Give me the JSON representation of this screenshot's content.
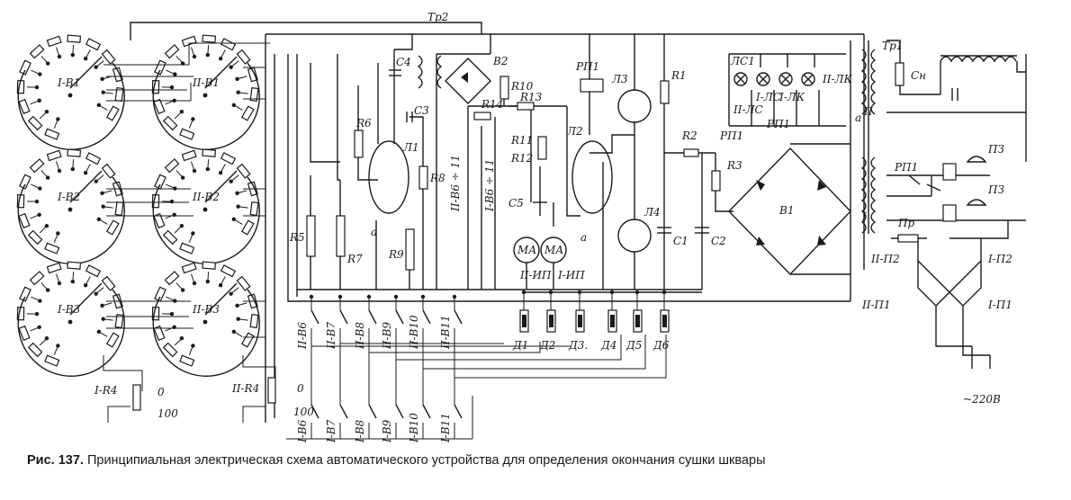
{
  "caption": {
    "figure_number": "Рис. 137.",
    "text": "Принципиальная электрическая схема автоматического устройства для определения окончания сушки шквары"
  },
  "switches": [
    {
      "label": "I-В1"
    },
    {
      "label": "II-В1"
    },
    {
      "label": "I-В2"
    },
    {
      "label": "II-В2"
    },
    {
      "label": "I-В3"
    },
    {
      "label": "II-В3"
    }
  ],
  "rheostats": {
    "r4_left": "I-R4",
    "r4_right": "II-R4",
    "min": "0",
    "max": "100"
  },
  "components": {
    "tr2": "Тр2",
    "tr1": "Тр1",
    "c4": "С4",
    "c3": "С3",
    "b2": "В2",
    "r10": "R10",
    "r14": "R14",
    "r13": "R13",
    "r6": "R6",
    "l1": "Л1",
    "r8": "R8",
    "r11": "R11",
    "r12": "R12",
    "c5": "С5",
    "r5": "R5",
    "r7": "R7",
    "r9": "R9",
    "a1": "а",
    "a2": "а",
    "a3": "а",
    "rp1_coil": "РП1",
    "l3": "Л3",
    "l2": "Л2",
    "l4": "Л4",
    "r1": "R1",
    "r2": "R2",
    "r3": "R3",
    "c1": "С1",
    "c2": "С2",
    "b1": "В1",
    "ls1": "ЛС1",
    "i_ls": "I-ЛС",
    "i_lk": "I-ЛК",
    "ii_ls": "II-ЛС",
    "ii_lk": "II-ЛК",
    "rp1_a": "РП1",
    "rp1_b": "РП1",
    "rp1_c": "РП1",
    "sn": "Сн",
    "ii_label": "II",
    "i_label": "I",
    "pz1": "ПЗ",
    "pz2": "ПЗ",
    "pr": "Пр",
    "ii_p2": "II-П2",
    "i_p2": "I-П2",
    "ii_p1": "II-П1",
    "i_p1": "I-П1",
    "mains": "~220В",
    "ma1": "МА",
    "ma2": "МА",
    "ii_ip": "II-ИП",
    "i_ip": "I-ИП",
    "ii_b6_mid": "II-В6 ÷ 11",
    "i_b6_mid": "I-В6 ÷ 11"
  },
  "selectors_top": [
    "II-В6",
    "II-В7",
    "II-В8",
    "II-В9",
    "II-В10",
    "II-В11"
  ],
  "selectors_bottom": [
    "I-В6",
    "I-В7",
    "I-В8",
    "I-В9",
    "I-В10",
    "I-В11"
  ],
  "sensors": [
    "Д1",
    "Д2",
    "Д3.",
    "Д4",
    "Д5",
    "Д6"
  ]
}
